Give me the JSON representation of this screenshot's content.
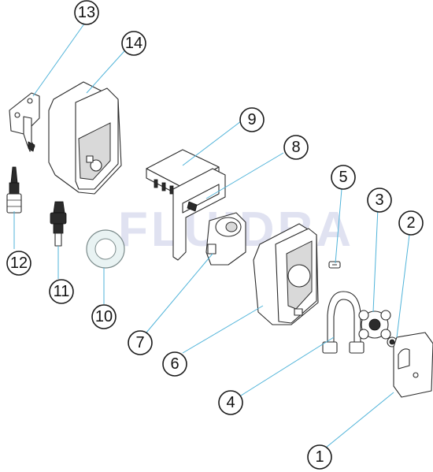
{
  "watermark": "FLUIDRA",
  "callouts": [
    {
      "id": "c1",
      "label": "1"
    },
    {
      "id": "c2",
      "label": "2"
    },
    {
      "id": "c3",
      "label": "3"
    },
    {
      "id": "c4",
      "label": "4"
    },
    {
      "id": "c5",
      "label": "5"
    },
    {
      "id": "c6",
      "label": "6"
    },
    {
      "id": "c7",
      "label": "7"
    },
    {
      "id": "c8",
      "label": "8"
    },
    {
      "id": "c9",
      "label": "9"
    },
    {
      "id": "c10",
      "label": "10"
    },
    {
      "id": "c11",
      "label": "11"
    },
    {
      "id": "c12",
      "label": "12"
    },
    {
      "id": "c13",
      "label": "13"
    },
    {
      "id": "c14",
      "label": "14"
    }
  ]
}
